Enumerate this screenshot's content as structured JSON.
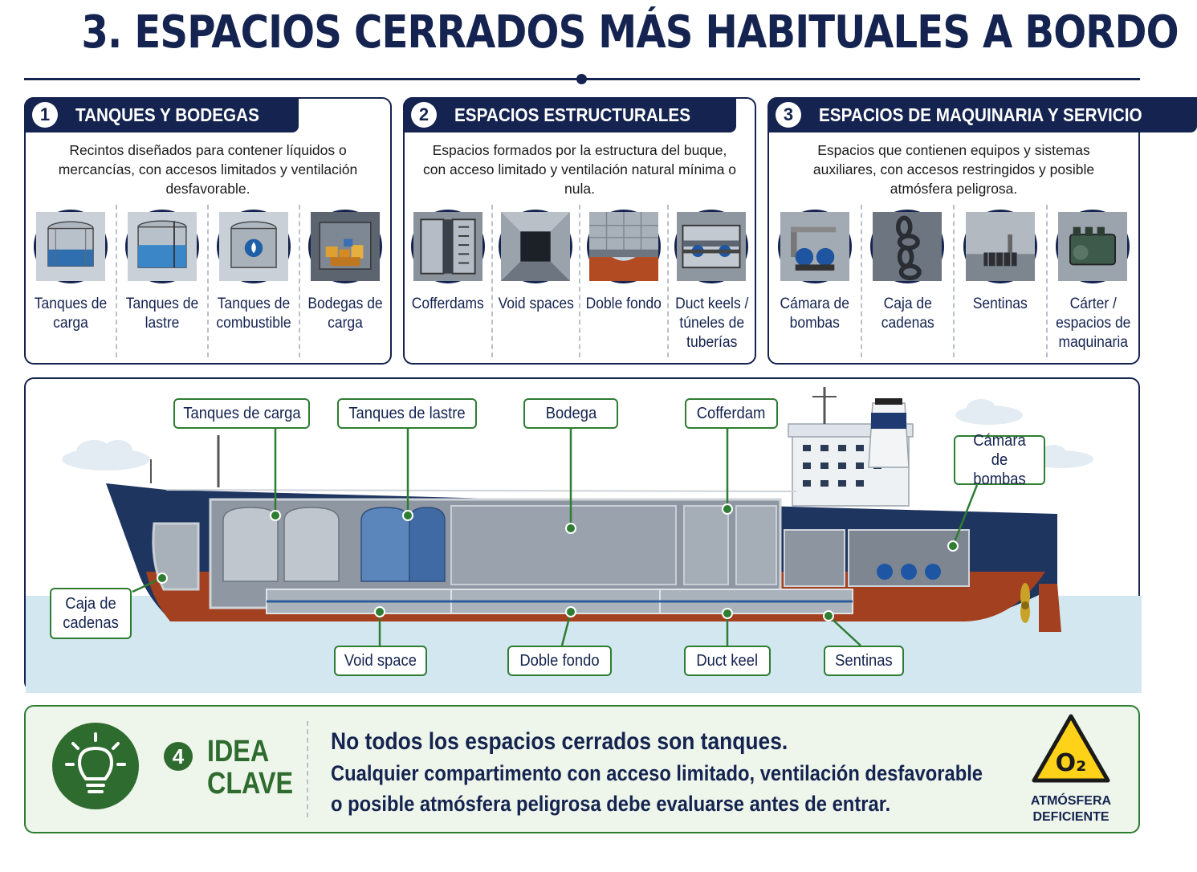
{
  "title": "3. ESPACIOS CERRADOS MÁS HABITUALES A BORDO",
  "colors": {
    "navy": "#14234f",
    "green": "#2e7d32",
    "hull_red": "#a3401f",
    "sea": "#d3e7f1",
    "warning": "#ffd21a"
  },
  "panels": [
    {
      "number": "1",
      "label": "TANQUES Y BODEGAS",
      "description": "Recintos diseñados para contener líquidos o mercancías, con accesos limitados y ventilación desfavorable.",
      "items": [
        {
          "label": "Tanques de carga",
          "icon": "cargo-tank-icon"
        },
        {
          "label": "Tanques de lastre",
          "icon": "ballast-tank-icon"
        },
        {
          "label": "Tanques de combustible",
          "icon": "fuel-tank-icon"
        },
        {
          "label": "Bodegas de carga",
          "icon": "cargo-hold-icon"
        }
      ]
    },
    {
      "number": "2",
      "label": "ESPACIOS ESTRUCTURALES",
      "description": "Espacios formados por la estructura del buque, con acceso limitado y ventilación natural mínima o nula.",
      "items": [
        {
          "label": "Cofferdams",
          "icon": "cofferdam-icon"
        },
        {
          "label": "Void spaces",
          "icon": "void-space-icon"
        },
        {
          "label": "Doble fondo",
          "icon": "double-bottom-icon"
        },
        {
          "label": "Duct keels / túneles de tuberías",
          "icon": "duct-keel-icon"
        }
      ]
    },
    {
      "number": "3",
      "label": "ESPACIOS DE MAQUINARIA Y SERVICIO",
      "description": "Espacios que contienen equipos y sistemas auxiliares, con accesos restringidos y posible atmósfera peligrosa.",
      "items": [
        {
          "label": "Cámara de bombas",
          "icon": "pump-room-icon"
        },
        {
          "label": "Caja de cadenas",
          "icon": "chain-locker-icon"
        },
        {
          "label": "Sentinas",
          "icon": "bilge-icon"
        },
        {
          "label": "Cárter / espacios de maquinaria",
          "icon": "engine-icon"
        }
      ]
    }
  ],
  "ship": {
    "callouts": {
      "tanques_carga": "Tanques de carga",
      "tanques_lastre": "Tanques de lastre",
      "bodega": "Bodega",
      "cofferdam": "Cofferdam",
      "camara_bombas": "Cámara de bombas",
      "caja_cadenas": "Caja de cadenas",
      "void_space": "Void space",
      "doble_fondo": "Doble fondo",
      "duct_keel": "Duct keel",
      "sentinas": "Sentinas"
    }
  },
  "key_idea": {
    "number": "4",
    "label": "IDEA CLAVE",
    "line1": "No todos los espacios cerrados son tanques.",
    "line2": "Cualquier compartimento con acceso limitado, ventilación desfavorable",
    "line3": "o posible atmósfera peligrosa debe evaluarse antes de entrar.",
    "warning_symbol": "O₂",
    "warning_label": "ATMÓSFERA DEFICIENTE",
    "icon": "lightbulb-icon"
  }
}
